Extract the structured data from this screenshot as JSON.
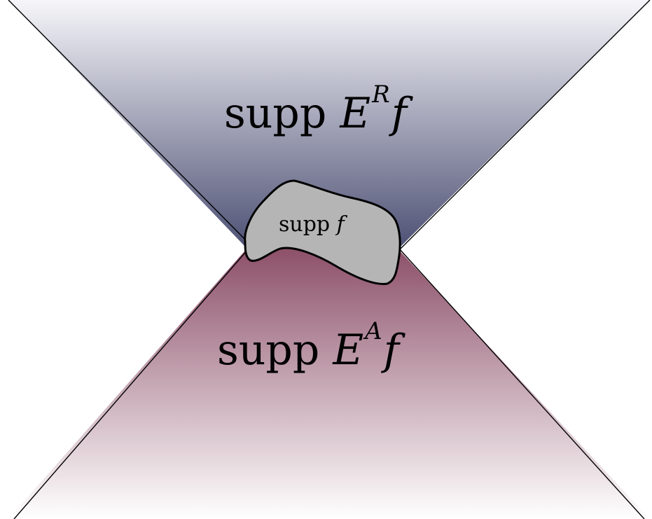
{
  "labels": {
    "future": {
      "prefix": "supp ",
      "operator": "E",
      "superscript": "R",
      "function": "f"
    },
    "past": {
      "prefix": "supp ",
      "operator": "E",
      "superscript": "A",
      "function": "f"
    },
    "source": {
      "prefix": "supp ",
      "function": "f"
    }
  },
  "colors": {
    "future_cone_dark": "#4f5275",
    "future_cone_light": "#f6f6fa",
    "past_cone_dark": "#8c4f68",
    "past_cone_light": "#ffffff",
    "source_fill": "#b5b5b5",
    "outline": "#000000"
  }
}
